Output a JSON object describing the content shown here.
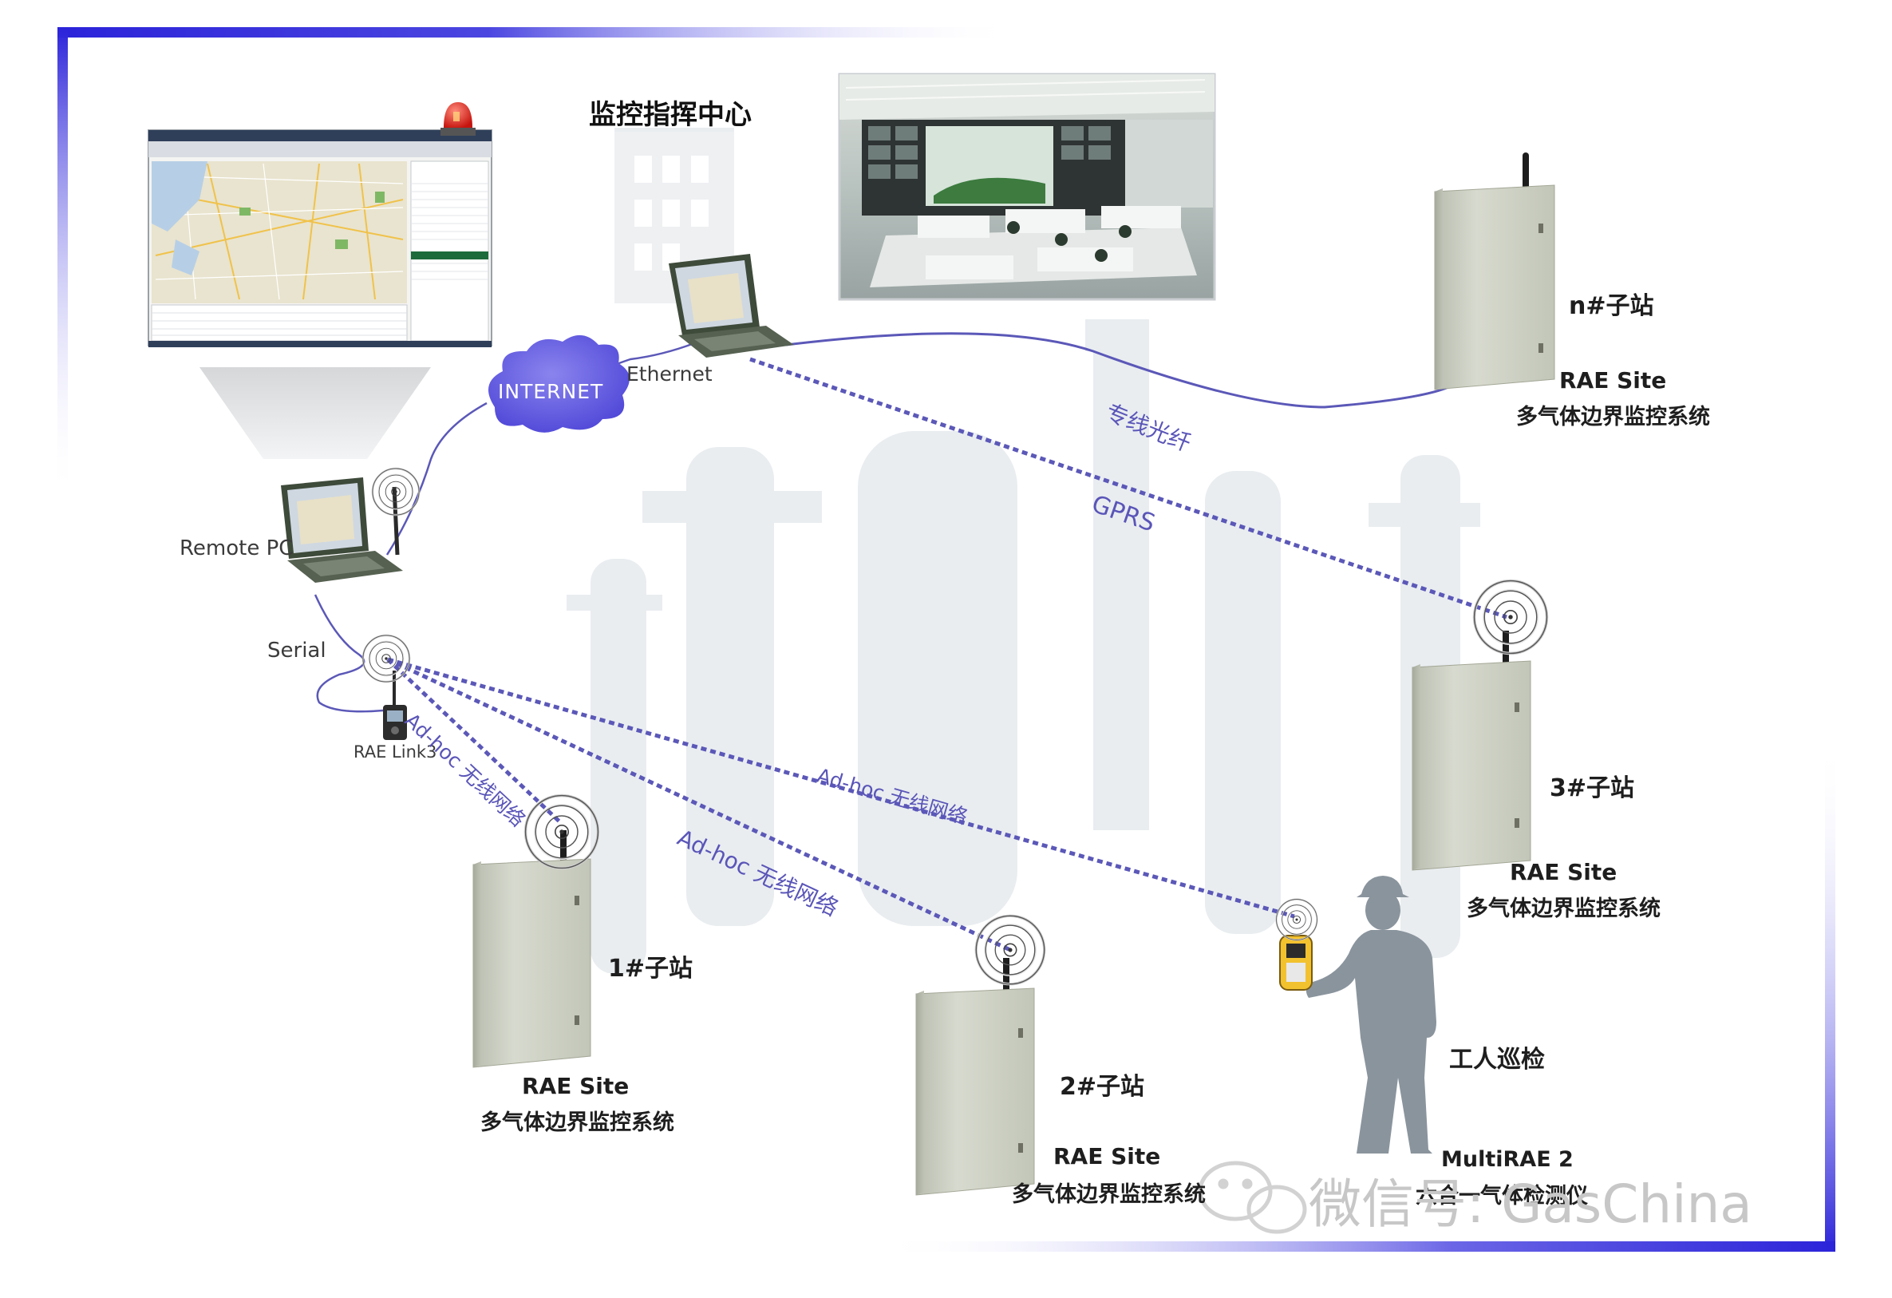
{
  "diagram": {
    "center_title": "监控指挥中心",
    "remote_pc_label": "Remote PC",
    "internet_label": "INTERNET",
    "ethernet_label": "Ethernet",
    "serial_label": "Serial",
    "raelink_label": "RAE Link3",
    "links": {
      "fiber": "专线光纤",
      "gprs": "GPRS",
      "adhoc_1": "Ad-hoc 无线网络",
      "adhoc_2": "Ad-hoc 无线网络",
      "adhoc_3": "Ad-hoc 无线网络"
    },
    "stations": [
      {
        "id": "n",
        "name": "n#子站",
        "product": "RAE Site",
        "desc": "多气体边界监控系统"
      },
      {
        "id": "3",
        "name": "3#子站",
        "product": "RAE Site",
        "desc": "多气体边界监控系统"
      },
      {
        "id": "1",
        "name": "1#子站",
        "product": "RAE Site",
        "desc": "多气体边界监控系统"
      },
      {
        "id": "2",
        "name": "2#子站",
        "product": "RAE Site",
        "desc": "多气体边界监控系统"
      }
    ],
    "worker": {
      "title": "工人巡检",
      "device": "MultiRAE 2",
      "desc": "六合一气体检测仪"
    },
    "watermark": "微信号: GasChina",
    "colors": {
      "frame": "#2b23d9",
      "link_line": "#5b58b8",
      "internet_cloud": "#6a63e6",
      "cabinet": "#cfd2c6",
      "worker": "#8a949d",
      "background_silhouette": "#e9edf0"
    },
    "icons": [
      "laptop-icon",
      "cloud-icon",
      "wireless-signal-icon",
      "cabinet-icon",
      "worker-icon",
      "gas-detector-icon",
      "wechat-icon",
      "alarm-beacon-icon"
    ]
  }
}
